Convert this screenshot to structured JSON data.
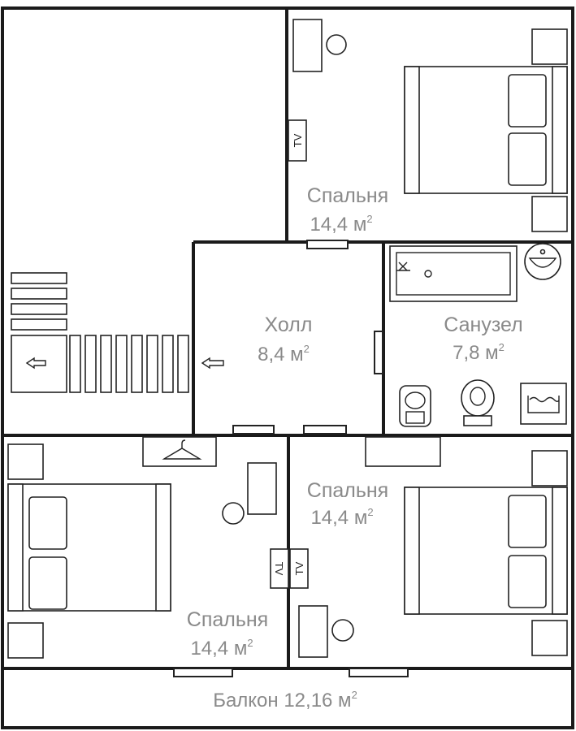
{
  "rooms": {
    "bedroom_top": {
      "name": "Спальня",
      "area": "14,4 м",
      "sup": "2"
    },
    "hall": {
      "name": "Холл",
      "area": "8,4 м",
      "sup": "2"
    },
    "bathroom": {
      "name": "Санузел",
      "area": "7,8 м",
      "sup": "2"
    },
    "bedroom_right": {
      "name": "Спальня",
      "area": "14,4 м",
      "sup": "2"
    },
    "bedroom_left": {
      "name": "Спальня",
      "area": "14,4 м",
      "sup": "2"
    },
    "balcony": {
      "name": "Балкон 12,16 м",
      "sup": "2"
    }
  },
  "tv_label": "TV"
}
